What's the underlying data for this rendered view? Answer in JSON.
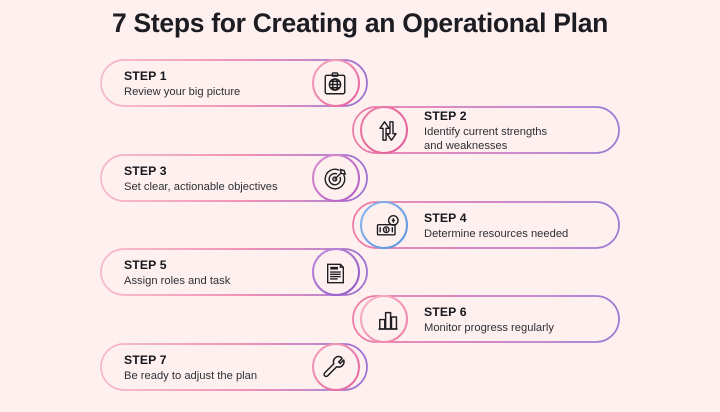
{
  "page": {
    "title": "7 Steps for Creating an Operational Plan",
    "background_color": "#fdf0ef"
  },
  "theme": {
    "gradient_start": "#f2a0b8",
    "gradient_mid": "#e0559b",
    "gradient_end": "#8f6fd0",
    "blue_accent": "#5b93e0",
    "text_dark": "#16161c",
    "text_body": "#2f2f36"
  },
  "steps": [
    {
      "label": "STEP 1",
      "description": "Review your big picture",
      "description_line2": "",
      "icon": "globe-clipboard-icon",
      "side": "left",
      "ring_color": "#ec6f9e"
    },
    {
      "label": "STEP 2",
      "description": "Identify current strengths",
      "description_line2": "and weaknesses",
      "icon": "up-down-arrows-icon",
      "side": "right",
      "ring_color": "#e8609c"
    },
    {
      "label": "STEP 3",
      "description": "Set clear, actionable objectives",
      "description_line2": "",
      "icon": "target-dartboard-icon",
      "side": "left",
      "ring_color": "#b868c4"
    },
    {
      "label": "STEP 4",
      "description": "Determine resources needed",
      "description_line2": "",
      "icon": "money-cash-icon",
      "side": "right",
      "ring_color": "#5b93e0"
    },
    {
      "label": "STEP 5",
      "description": "Assign roles and task",
      "description_line2": "",
      "icon": "todo-list-icon",
      "side": "left",
      "ring_color": "#9b62c8"
    },
    {
      "label": "STEP 6",
      "description": "Monitor progress regularly",
      "description_line2": "",
      "icon": "bar-chart-icon",
      "side": "right",
      "ring_color": "#ef7fa8"
    },
    {
      "label": "STEP 7",
      "description": "Be ready to adjust the plan",
      "description_line2": "",
      "icon": "wrench-icon",
      "side": "left",
      "ring_color": "#e86a9e"
    }
  ]
}
